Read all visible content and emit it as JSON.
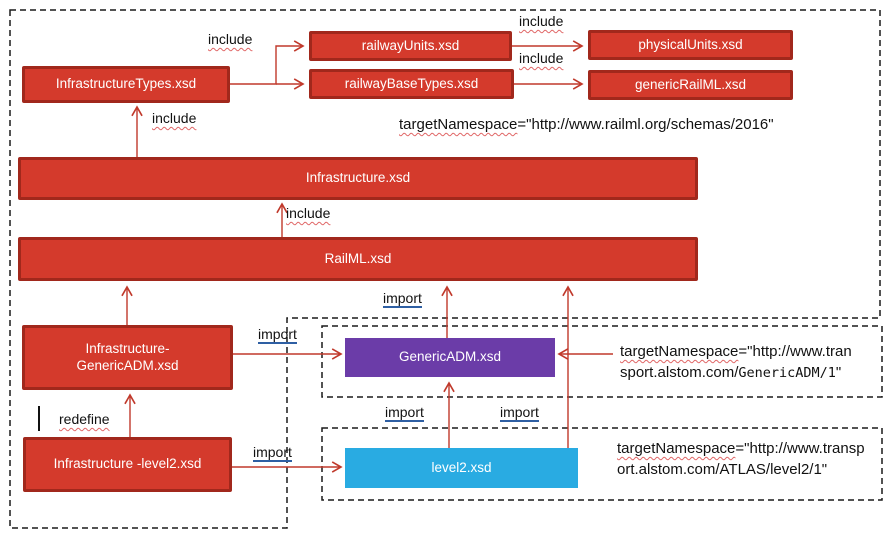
{
  "diagram": {
    "nodes": {
      "infrastructure_types": {
        "label": "InfrastructureTypes.xsd"
      },
      "railway_units": {
        "label": "railwayUnits.xsd"
      },
      "railway_base_types": {
        "label": "railwayBaseTypes.xsd"
      },
      "physical_units": {
        "label": "physicalUnits.xsd"
      },
      "generic_railml": {
        "label": "genericRailML.xsd"
      },
      "infrastructure": {
        "label": "Infrastructure.xsd"
      },
      "railml": {
        "label": "RailML.xsd"
      },
      "infra_genericadm": {
        "line1": "Infrastructure-",
        "line2": "GenericADM.xsd"
      },
      "infra_level2": {
        "label": "Infrastructure -level2.xsd"
      },
      "genericadm": {
        "label": "GenericADM.xsd"
      },
      "level2": {
        "label": "level2.xsd"
      }
    },
    "edge_labels": {
      "include": "include",
      "import": "import",
      "redefine": "redefine"
    },
    "namespaces": {
      "railml2016": {
        "attr": "targetNamespace",
        "rest": "=\"http://www.railml.org/schemas/2016\""
      },
      "genericadm": {
        "attr": "targetNamespace",
        "rest_line1": "=\"http://www.tran",
        "line2_prefix": "sport.alstom.com/",
        "line2_mono": "GenericADM/1",
        "line2_suffix": "\""
      },
      "atlas_level2": {
        "attr": "targetNamespace",
        "rest_line1": "=\"http://www.transp",
        "line2": "ort.alstom.com/ATLAS/level2/1\""
      }
    },
    "colors": {
      "node_fill": "#d43a2c",
      "node_border": "#a1281c",
      "purple_fill": "#6b3ca8",
      "cyan_fill": "#29abe2",
      "arrow_red": "#c0392b",
      "dashed_border": "#1a1a1a",
      "spellcheck_underline": "#e06666",
      "import_underline": "#2e5fa3"
    }
  }
}
